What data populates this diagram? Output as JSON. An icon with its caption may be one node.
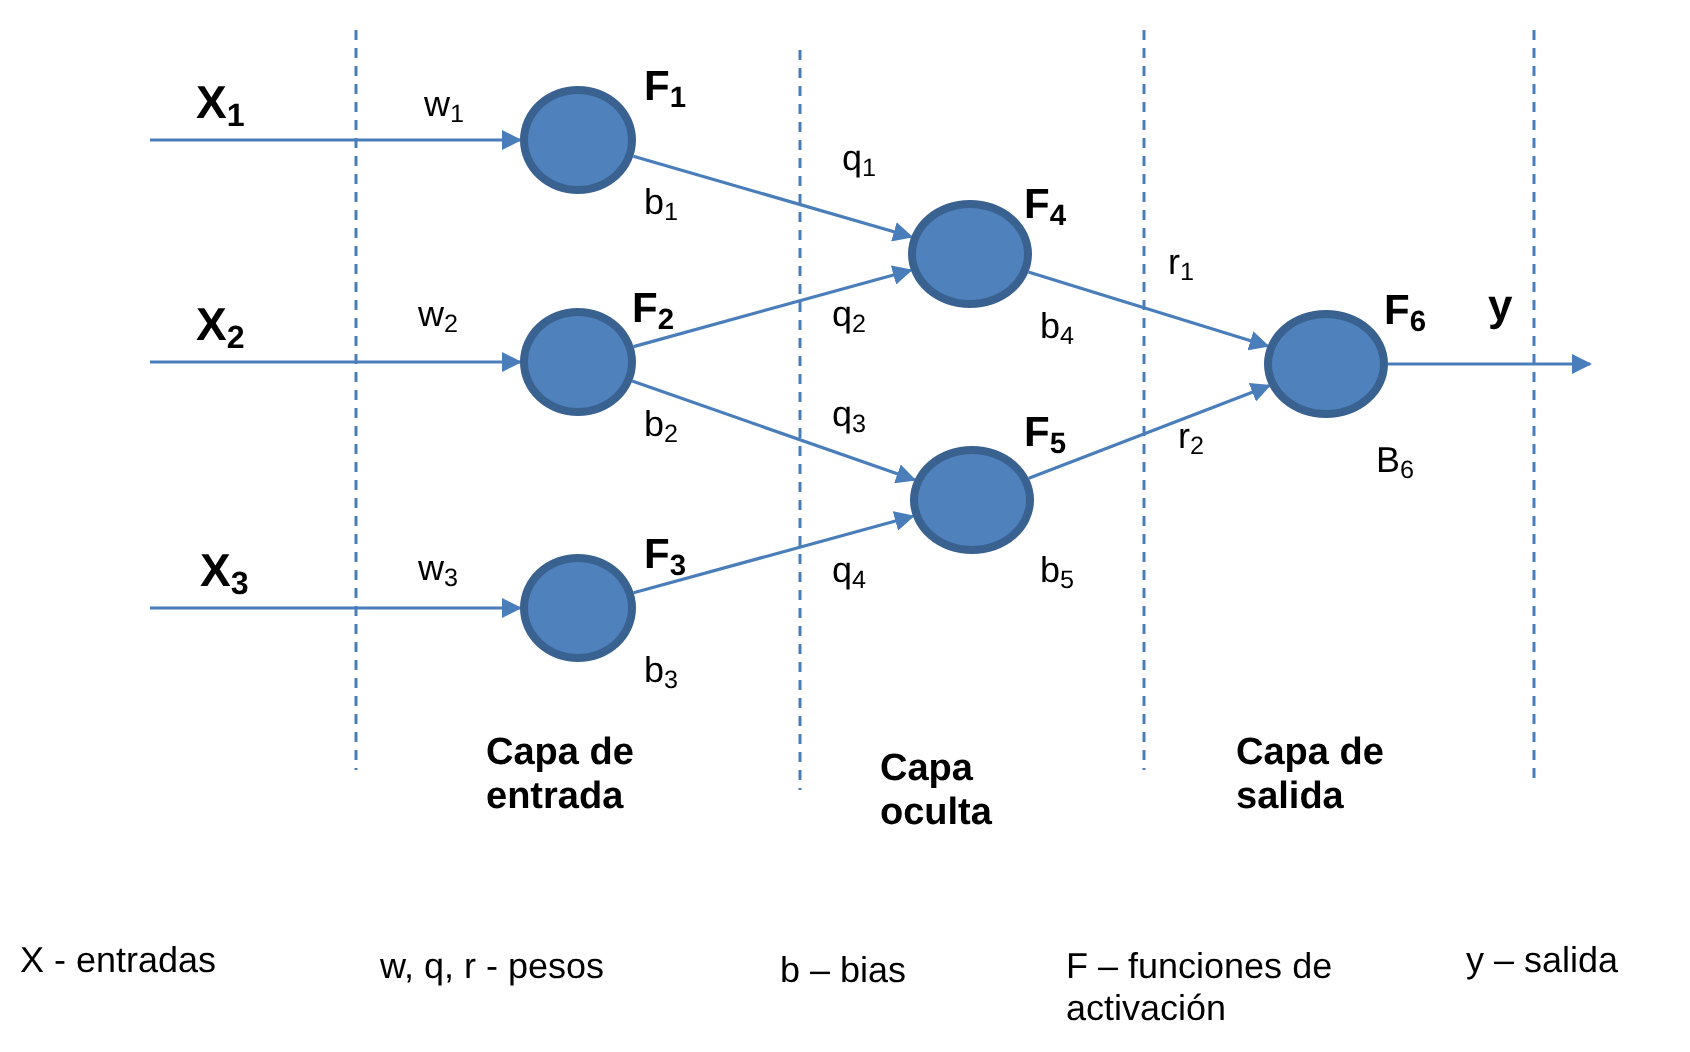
{
  "diagram": {
    "nodes": [
      {
        "text": [
          "F$_{1}$"
        ],
        "beside": [
          "b$_{1}$"
        ]
      },
      {
        "text": [
          "F$_{2}$"
        ],
        "beside": [
          "b$_{2}$"
        ]
      },
      {
        "text": [
          "F$_{3}$"
        ],
        "beside": [
          "b$_{3}$"
        ]
      },
      {
        "text": [
          "F$_{4}$"
        ],
        "beside": [
          "b$_{4}$"
        ]
      },
      {
        "text": [
          "F$_{5}$"
        ],
        "beside": [
          "b$_{5}$"
        ]
      },
      {
        "text": [
          "F$_{6}$"
        ],
        "beside": [
          "B$_{6}$"
        ]
      }
    ],
    "edges": [
      {
        "from": null,
        "to": 0,
        "arrow": "to",
        "label": "w$_{1}$"
      },
      {
        "from": null,
        "to": 1,
        "arrow": "to",
        "label": "w$_{2}$"
      },
      {
        "from": null,
        "to": 2,
        "arrow": "to",
        "label": "w$_{3}$"
      },
      {
        "from": 0,
        "to": 3,
        "arrow": "to",
        "label": "q$_{1}$"
      },
      {
        "from": 1,
        "to": 3,
        "arrow": "to",
        "label": "q$_{2}$"
      },
      {
        "from": 1,
        "to": 4,
        "arrow": "to",
        "label": "q$_{3}$"
      },
      {
        "from": 2,
        "to": 4,
        "arrow": "to",
        "label": "q$_{4}$"
      },
      {
        "from": 3,
        "to": 5,
        "arrow": "to",
        "label": "r$_{1}$"
      },
      {
        "from": 4,
        "to": 5,
        "arrow": "to",
        "label": "r$_{2}$"
      },
      {
        "from": 5,
        "to": null,
        "arrow": "to",
        "label": "y"
      }
    ],
    "labels": [
      "X$_{1}$",
      "X$_{2}$",
      "X$_{3}$",
      "Capa de entrada",
      "Capa oculta",
      "Capa de salida",
      "X - entradas",
      "w, q, r - pesos",
      "b – bias",
      "F – funciones de activación",
      "y – salida"
    ]
  }
}
